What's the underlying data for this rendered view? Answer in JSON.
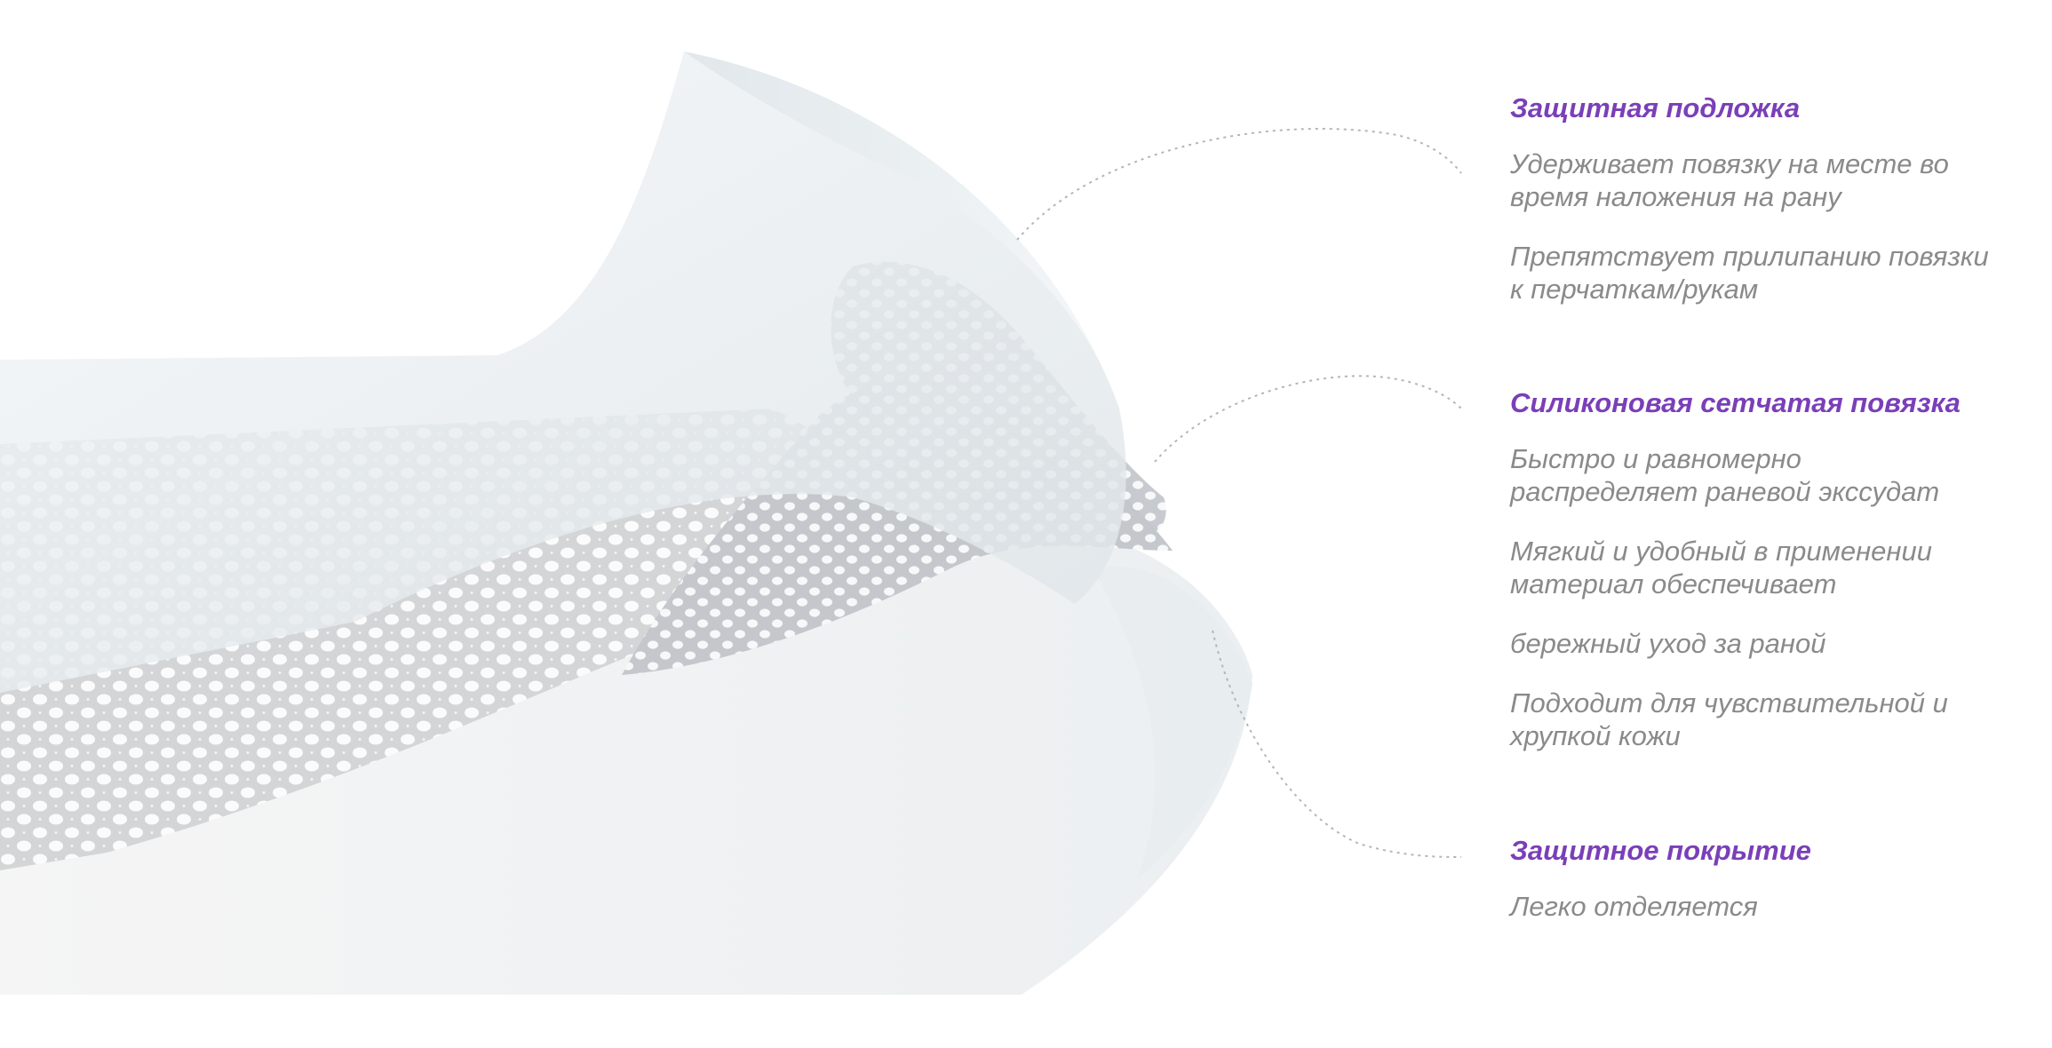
{
  "annotations": {
    "backing": {
      "title": "Защитная подложка",
      "points": [
        "Удерживает повязку на месте во\nвремя наложения на рану",
        "Препятствует прилипанию повязки\nк перчаткам/рукам"
      ]
    },
    "mesh": {
      "title": "Силиконовая сетчатая повязка",
      "points": [
        "Быстро и равномерно\nраспределяет раневой экссудат",
        "Мягкий и удобный в применении\nматериал обеспечивает",
        "бережный уход за раной",
        "Подходит для чувствительной и\nхрупкой кожи"
      ]
    },
    "cover": {
      "title": "Защитное покрытие",
      "points": [
        "Легко отделяется"
      ]
    }
  },
  "colors": {
    "heading": "#7a3fb8",
    "body_text": "#8a8a8a",
    "leader_line": "#b5b5b5",
    "film": "#e9eef1",
    "mesh": "#c9cccf"
  }
}
